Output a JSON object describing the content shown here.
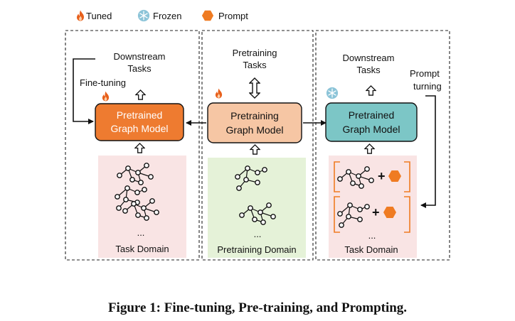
{
  "legend": {
    "tuned": "Tuned",
    "frozen": "Frozen",
    "prompt": "Prompt"
  },
  "panels": {
    "left": {
      "top_line1": "Downstream",
      "top_line2": "Tasks",
      "side_label": "Fine-tuning",
      "model_line1": "Pretrained",
      "model_line2": "Graph Model",
      "ellipsis": "...",
      "domain_label": "Task Domain"
    },
    "middle": {
      "top_line1": "Pretraining",
      "top_line2": "Tasks",
      "model_line1": "Pretraining",
      "model_line2": "Graph Model",
      "ellipsis": "...",
      "domain_label": "Pretraining Domain"
    },
    "right": {
      "top_line1": "Downstream",
      "top_line2": "Tasks",
      "side_line1": "Prompt",
      "side_line2": "turning",
      "model_line1": "Pretrained",
      "model_line2": "Graph Model",
      "ellipsis": "...",
      "domain_label": "Task Domain"
    }
  },
  "caption": "Figure 1: Fine-tuning, Pre-training, and Prompting.",
  "colors": {
    "tuned_model": "#ee7b30",
    "pretraining_model": "#f6c6a4",
    "frozen_model": "#7cc6c6",
    "prompt": "#ef7b22",
    "task_domain_bg": "#f9e4e4",
    "pretraining_domain_bg": "#e5f2d8",
    "snowflake": "#8cc4d8"
  },
  "icons": {
    "tuned": "flame-icon",
    "frozen": "snowflake-icon",
    "prompt": "hexagon-icon"
  }
}
